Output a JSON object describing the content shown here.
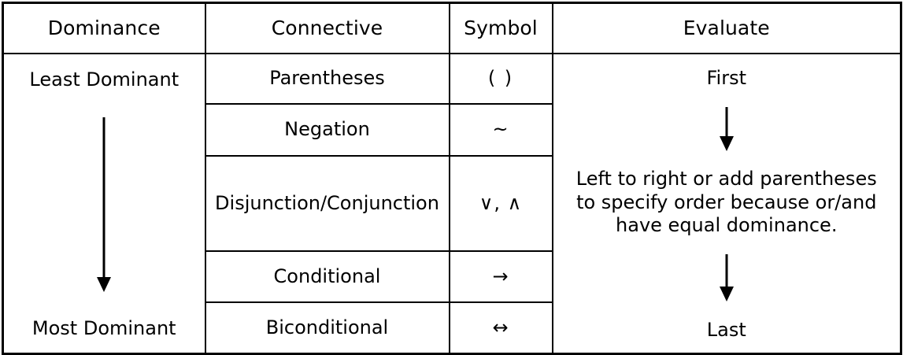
{
  "table": {
    "headers": [
      {
        "label": "Dominance"
      },
      {
        "label": "Connective"
      },
      {
        "label": "Symbol"
      },
      {
        "label": "Evaluate"
      }
    ],
    "dominance": {
      "top_label": "Least Dominant",
      "bottom_label": "Most Dominant",
      "arrow": "down-arrow-icon"
    },
    "rows": [
      {
        "connective": "Parentheses",
        "symbol": "( )"
      },
      {
        "connective": "Negation",
        "symbol": "~"
      },
      {
        "connective": "Disjunction/Conjunction",
        "symbol": "∨, ∧"
      },
      {
        "connective": "Conditional",
        "symbol": "→"
      },
      {
        "connective": "Biconditional",
        "symbol": "↔"
      }
    ],
    "evaluate": {
      "top_label": "First",
      "note": "Left to right or add parentheses to specify order because or/and have equal dominance.",
      "bottom_label": "Last",
      "arrow_top": "down-arrow-icon",
      "arrow_bottom": "down-arrow-icon"
    }
  },
  "colors": {
    "border": "#000000",
    "text": "#000000",
    "background": "#ffffff"
  }
}
